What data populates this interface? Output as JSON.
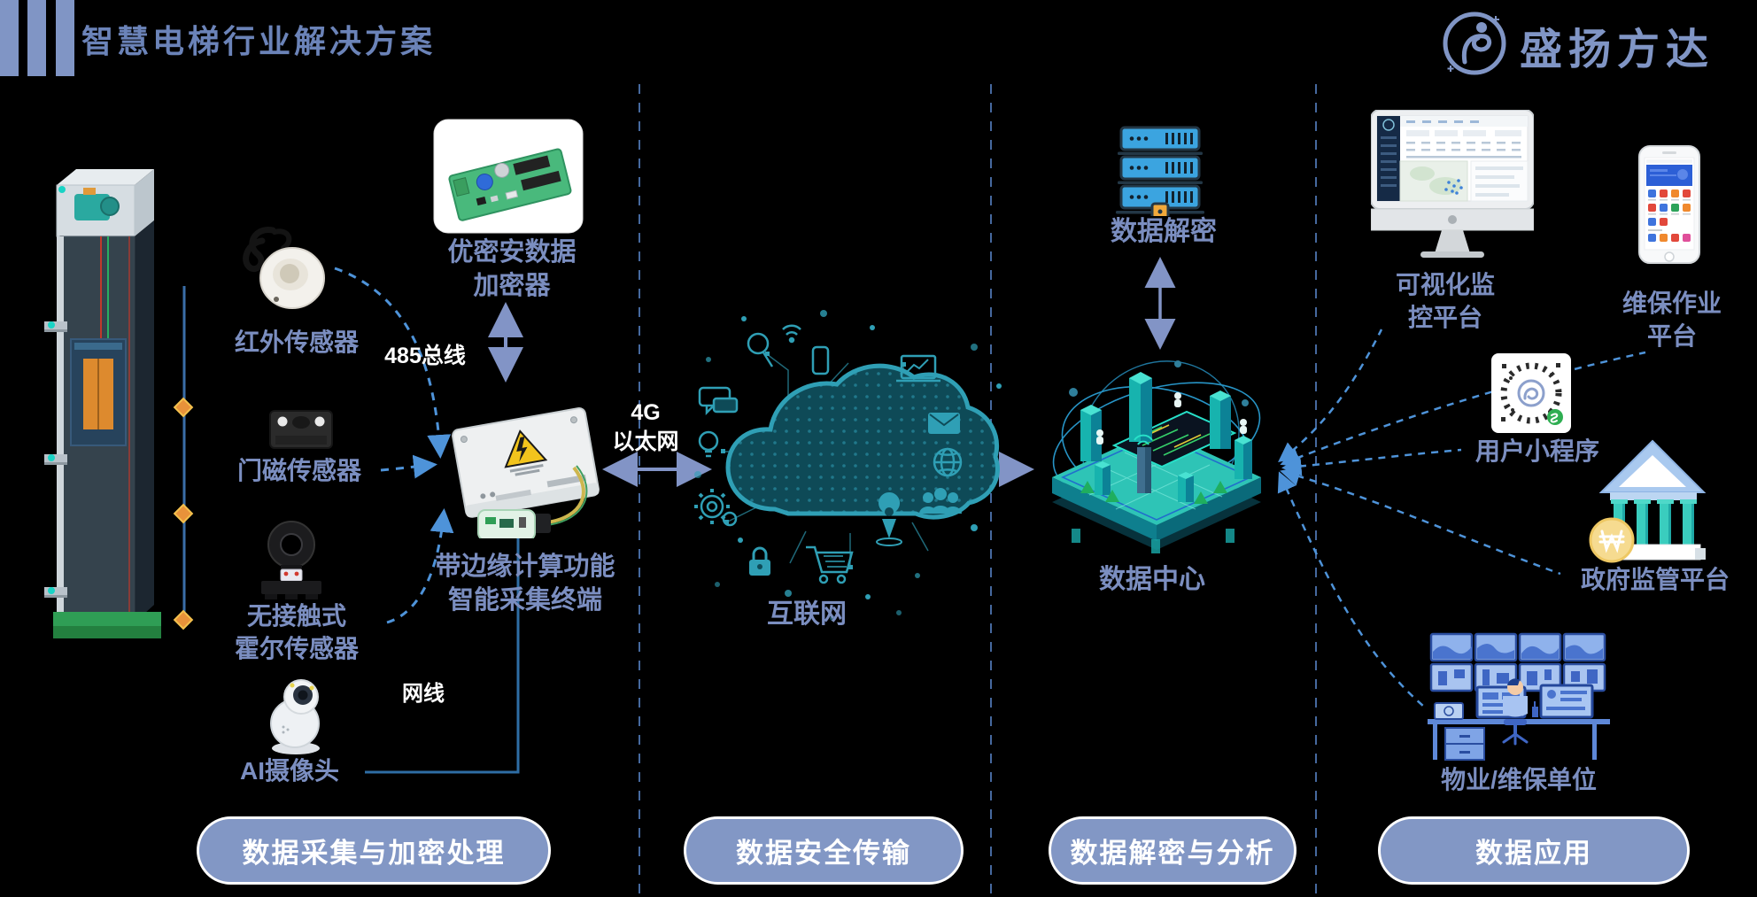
{
  "header": {
    "title": "智慧电梯行业解决方案",
    "brand": "盛扬方达"
  },
  "labels": {
    "infrared": "红外传感器",
    "bus485": "485总线",
    "door": "门磁传感器",
    "hall": "无接触式\n霍尔传感器",
    "camera": "AI摄像头",
    "cable": "网线",
    "encryptor": "优密安数据\n加密器",
    "terminal": "带边缘计算功能\n智能采集终端",
    "link4g": "4G\n以太网",
    "internet": "互联网",
    "decrypt": "数据解密",
    "datacenter": "数据中心",
    "visual_platform": "可视化监\n控平台",
    "maintenance_platform": "维保作业\n平台",
    "miniprogram": "用户小程序",
    "government": "政府监管平台",
    "property": "物业/维保单位"
  },
  "stages": [
    {
      "label": "数据采集与加密处理"
    },
    {
      "label": "数据安全传输"
    },
    {
      "label": "数据解密与分析"
    },
    {
      "label": "数据应用"
    }
  ],
  "icons": {
    "company_logo": "circle-swirl-logo",
    "left_column": [
      "elevator-illustration",
      "infrared-sensor-image",
      "door-magnet-sensor-image",
      "hall-sensor-image",
      "ai-camera-image",
      "encryptor-board-image",
      "edge-terminal-image"
    ],
    "middle": [
      "internet-cloud-illustration"
    ],
    "analysis": [
      "server-stack-icon",
      "data-center-illustration"
    ],
    "applications": [
      "desktop-monitor-image",
      "phone-image",
      "miniprogram-qr-image",
      "government-building-icon",
      "control-room-illustration"
    ]
  },
  "colors": {
    "label_blue": "#7B8EC0",
    "brand_blue": "#8095C5",
    "pill_bg": "#8297C5",
    "connector_blue": "#4E93D9",
    "arrow_lavender": "#8294C6",
    "divider_blue": "#46699F",
    "teal": "#2F9FB5",
    "background": "#000000"
  }
}
